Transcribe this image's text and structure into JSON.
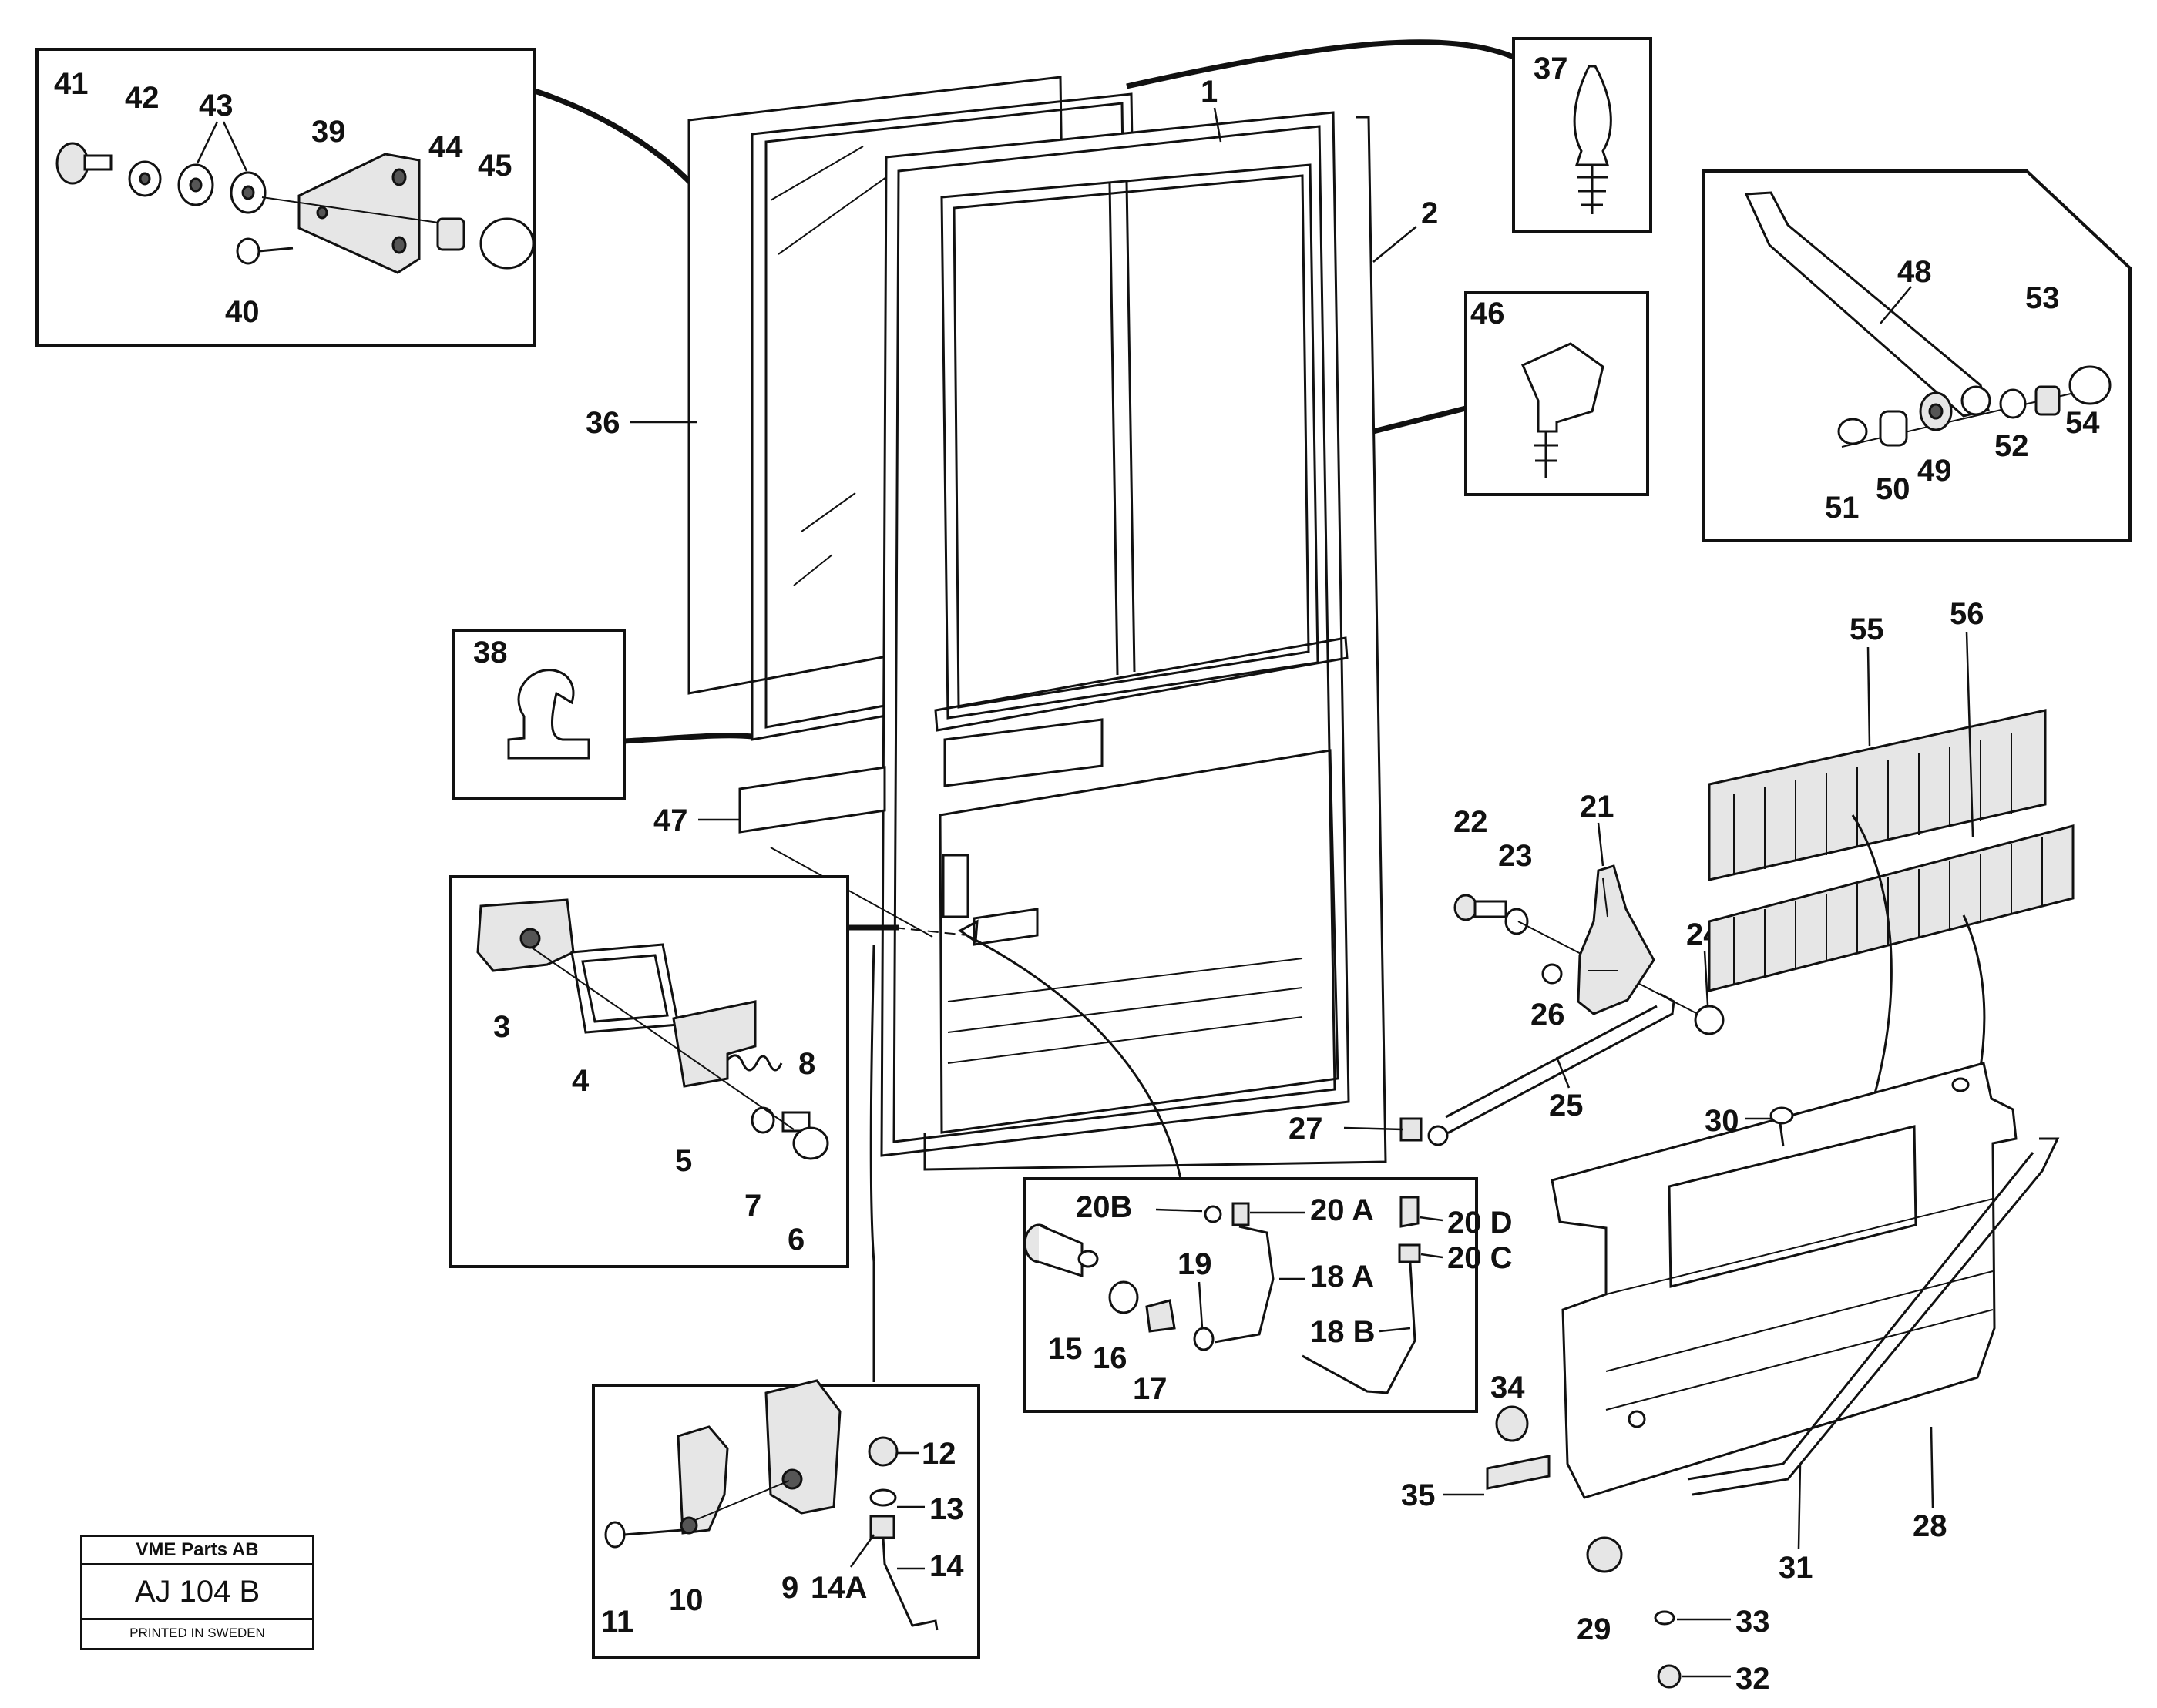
{
  "labels": {
    "l1": "1",
    "l2": "2",
    "l3": "3",
    "l4": "4",
    "l5": "5",
    "l6": "6",
    "l7": "7",
    "l8": "8",
    "l9": "9",
    "l10": "10",
    "l11": "11",
    "l12": "12",
    "l13": "13",
    "l14": "14",
    "l14a": "14A",
    "l15": "15",
    "l16": "16",
    "l17": "17",
    "l18a": "18 A",
    "l18b": "18 B",
    "l19": "19",
    "l20a": "20 A",
    "l20b": "20B",
    "l20c": "20 C",
    "l20d": "20 D",
    "l21": "21",
    "l22": "22",
    "l23": "23",
    "l24": "24",
    "l25": "25",
    "l26": "26",
    "l27": "27",
    "l28": "28",
    "l29": "29",
    "l30": "30",
    "l31": "31",
    "l32": "32",
    "l33": "33",
    "l34": "34",
    "l35": "35",
    "l36": "36",
    "l37": "37",
    "l38": "38",
    "l39": "39",
    "l40": "40",
    "l41": "41",
    "l42": "42",
    "l43": "43",
    "l44": "44",
    "l45": "45",
    "l46": "46",
    "l47": "47",
    "l48": "48",
    "l49": "49",
    "l50": "50",
    "l51": "51",
    "l52": "52",
    "l53": "53",
    "l54": "54",
    "l55": "55",
    "l56": "56"
  },
  "stamp": {
    "company": "VME Parts AB",
    "code": "AJ 104 B",
    "printed": "PRINTED IN SWEDEN"
  }
}
